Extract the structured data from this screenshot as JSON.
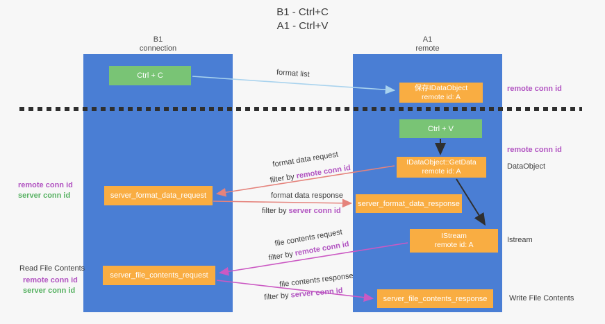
{
  "title": {
    "line1": "B1 - Ctrl+C",
    "line2": "A1 - Ctrl+V"
  },
  "columns": {
    "left": {
      "name": "B1",
      "subtitle": "connection"
    },
    "right": {
      "name": "A1",
      "subtitle": "remote"
    }
  },
  "boxes": {
    "ctrl_c": {
      "label": "Ctrl + C"
    },
    "ctrl_v": {
      "label": "Ctrl + V"
    },
    "save_idataobject": {
      "line1": "保存IDataObject",
      "line2": "remote id: A"
    },
    "getdata": {
      "line1": "IDataObject::GetData",
      "line2": "remote id: A"
    },
    "istream": {
      "line1": "IStream",
      "line2": "remote id: A"
    },
    "server_format_data_request": {
      "label": "server_format_data_request"
    },
    "server_format_data_response": {
      "label": "server_format_data_response"
    },
    "server_file_contents_request": {
      "label": "server_file_contents_request"
    },
    "server_file_contents_response": {
      "label": "server_file_contents_response"
    }
  },
  "flows": {
    "format_list": {
      "label": "format list"
    },
    "format_request": {
      "label": "format data request",
      "filter_prefix": "filter by ",
      "filter_value": "remote conn id"
    },
    "format_response": {
      "label": "format data response",
      "filter_prefix": "filter by ",
      "filter_value": "server conn id"
    },
    "file_request": {
      "label": "file contents request",
      "filter_prefix": "filter by ",
      "filter_value": "remote conn id"
    },
    "file_response": {
      "label": "file contents response",
      "filter_prefix": "filter by ",
      "filter_value": "server conn id"
    }
  },
  "side_labels": {
    "right_remote_conn_1": "remote conn id",
    "right_remote_conn_2": "remote conn id",
    "dataobject": "DataObject",
    "istream": "Istream",
    "write_file_contents": "Write File Contents",
    "left_remote_conn_1": "remote conn id",
    "left_server_conn_1": "server conn id",
    "read_file_contents": "Read File Contents",
    "left_remote_conn_2": "remote conn id",
    "left_server_conn_2": "server conn id"
  },
  "colors": {
    "background": "#f7f7f7",
    "panel_blue": "#4a7ed4",
    "box_green": "#79c475",
    "box_orange": "#f9ad42",
    "arrow_light_blue": "#a9d3ee",
    "arrow_salmon": "#e5837c",
    "arrow_magenta": "#cb59c3",
    "arrow_black": "#2f2f2f",
    "text_purple": "#b153c1",
    "text_green": "#56b161",
    "text_dark": "#3c3c3c"
  }
}
